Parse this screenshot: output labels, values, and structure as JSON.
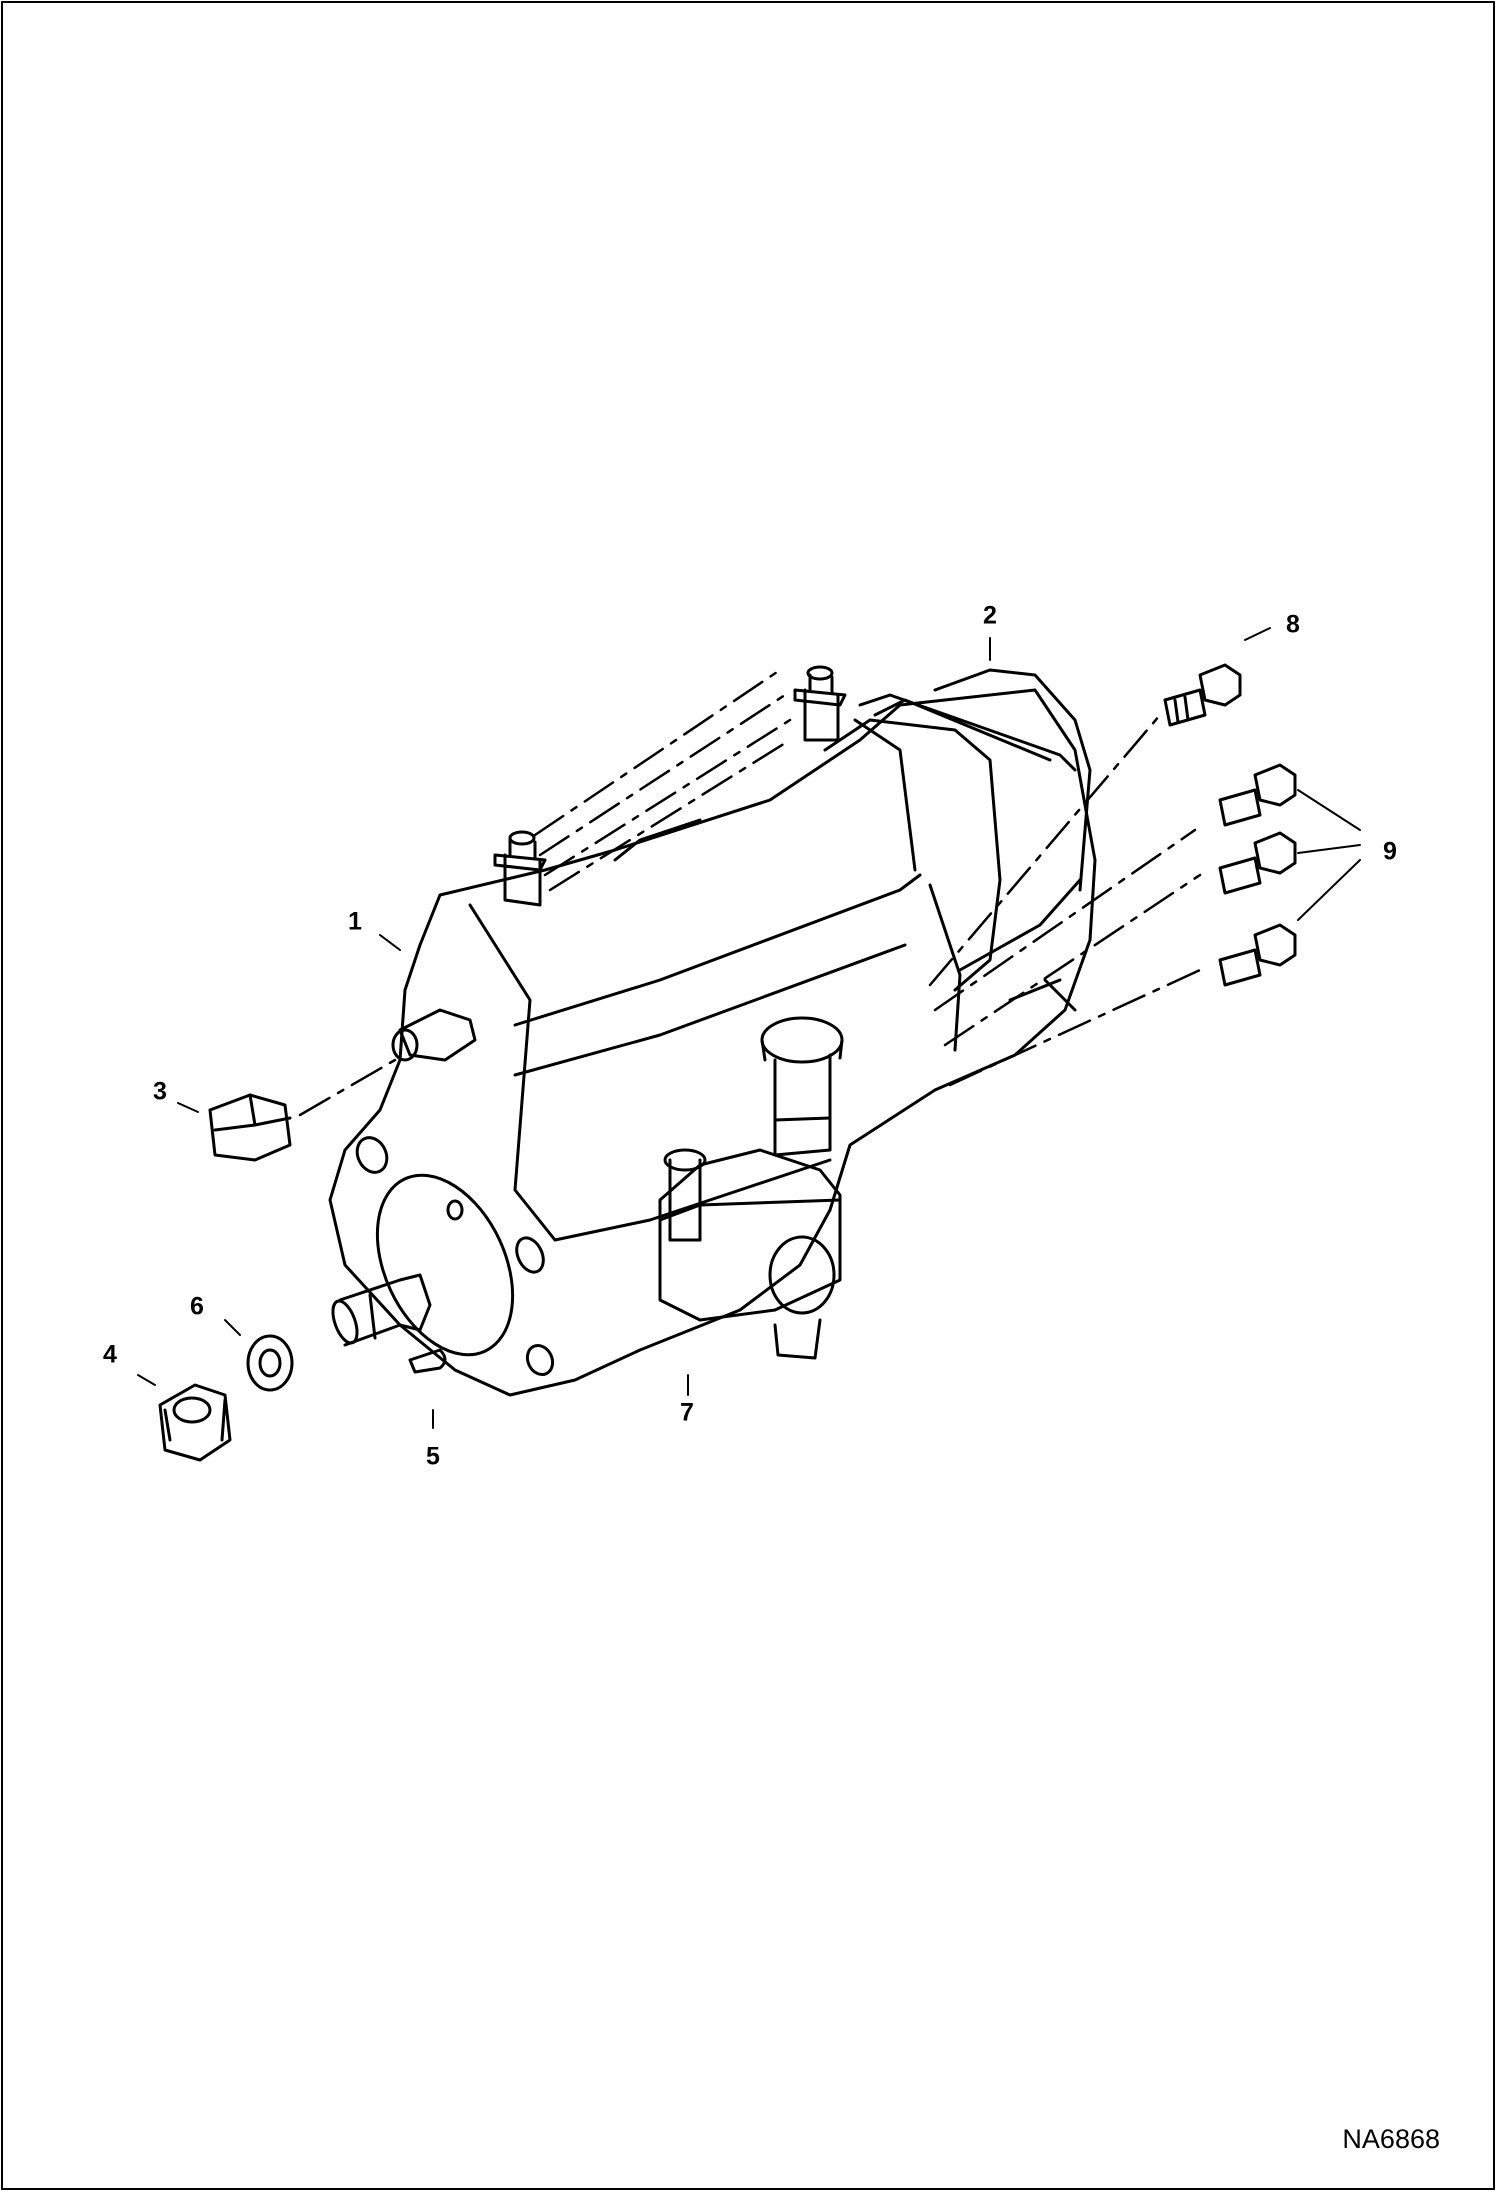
{
  "figure_id": "NA6868",
  "callouts": [
    {
      "id": "1",
      "label": "1"
    },
    {
      "id": "2",
      "label": "2"
    },
    {
      "id": "3",
      "label": "3"
    },
    {
      "id": "4",
      "label": "4"
    },
    {
      "id": "5",
      "label": "5"
    },
    {
      "id": "6",
      "label": "6"
    },
    {
      "id": "7",
      "label": "7"
    },
    {
      "id": "8",
      "label": "8"
    },
    {
      "id": "9",
      "label": "9"
    }
  ]
}
